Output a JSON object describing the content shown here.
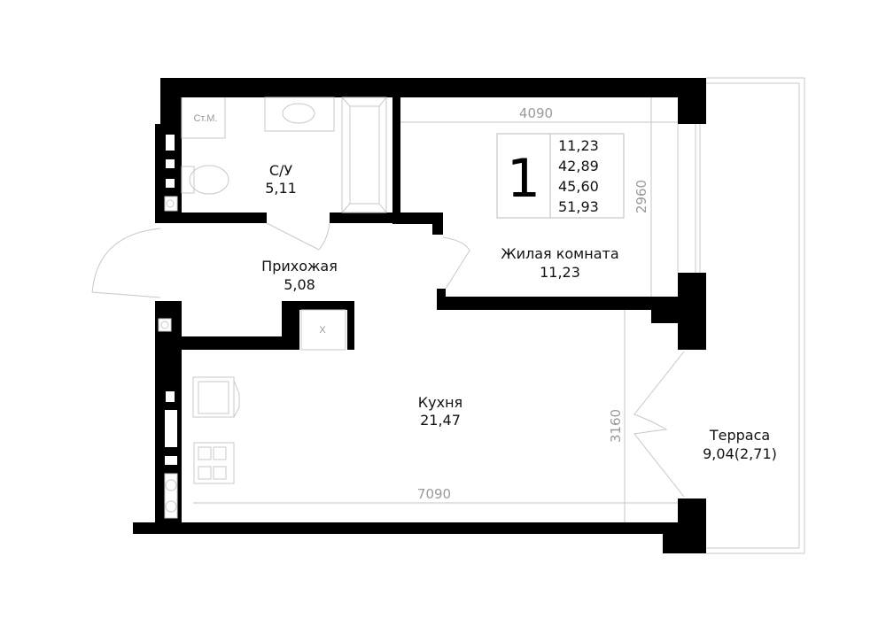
{
  "plan": {
    "rooms_count": "1",
    "summary_areas": [
      "11,23",
      "42,89",
      "45,60",
      "51,93"
    ],
    "rooms": {
      "bathroom": {
        "name": "С/У",
        "area": "5,11"
      },
      "hallway": {
        "name": "Прихожая",
        "area": "5,08"
      },
      "living": {
        "name": "Жилая комната",
        "area": "11,23"
      },
      "kitchen": {
        "name": "Кухня",
        "area": "21,47"
      },
      "terrace": {
        "name": "Терраса",
        "area": "9,04(2,71)"
      }
    },
    "fixtures": {
      "washing_machine": "Ст.М.",
      "closet_mark": "X"
    },
    "dimensions": {
      "living_width": "4090",
      "living_depth": "2960",
      "kitchen_depth": "3160",
      "kitchen_width": "7090"
    }
  }
}
